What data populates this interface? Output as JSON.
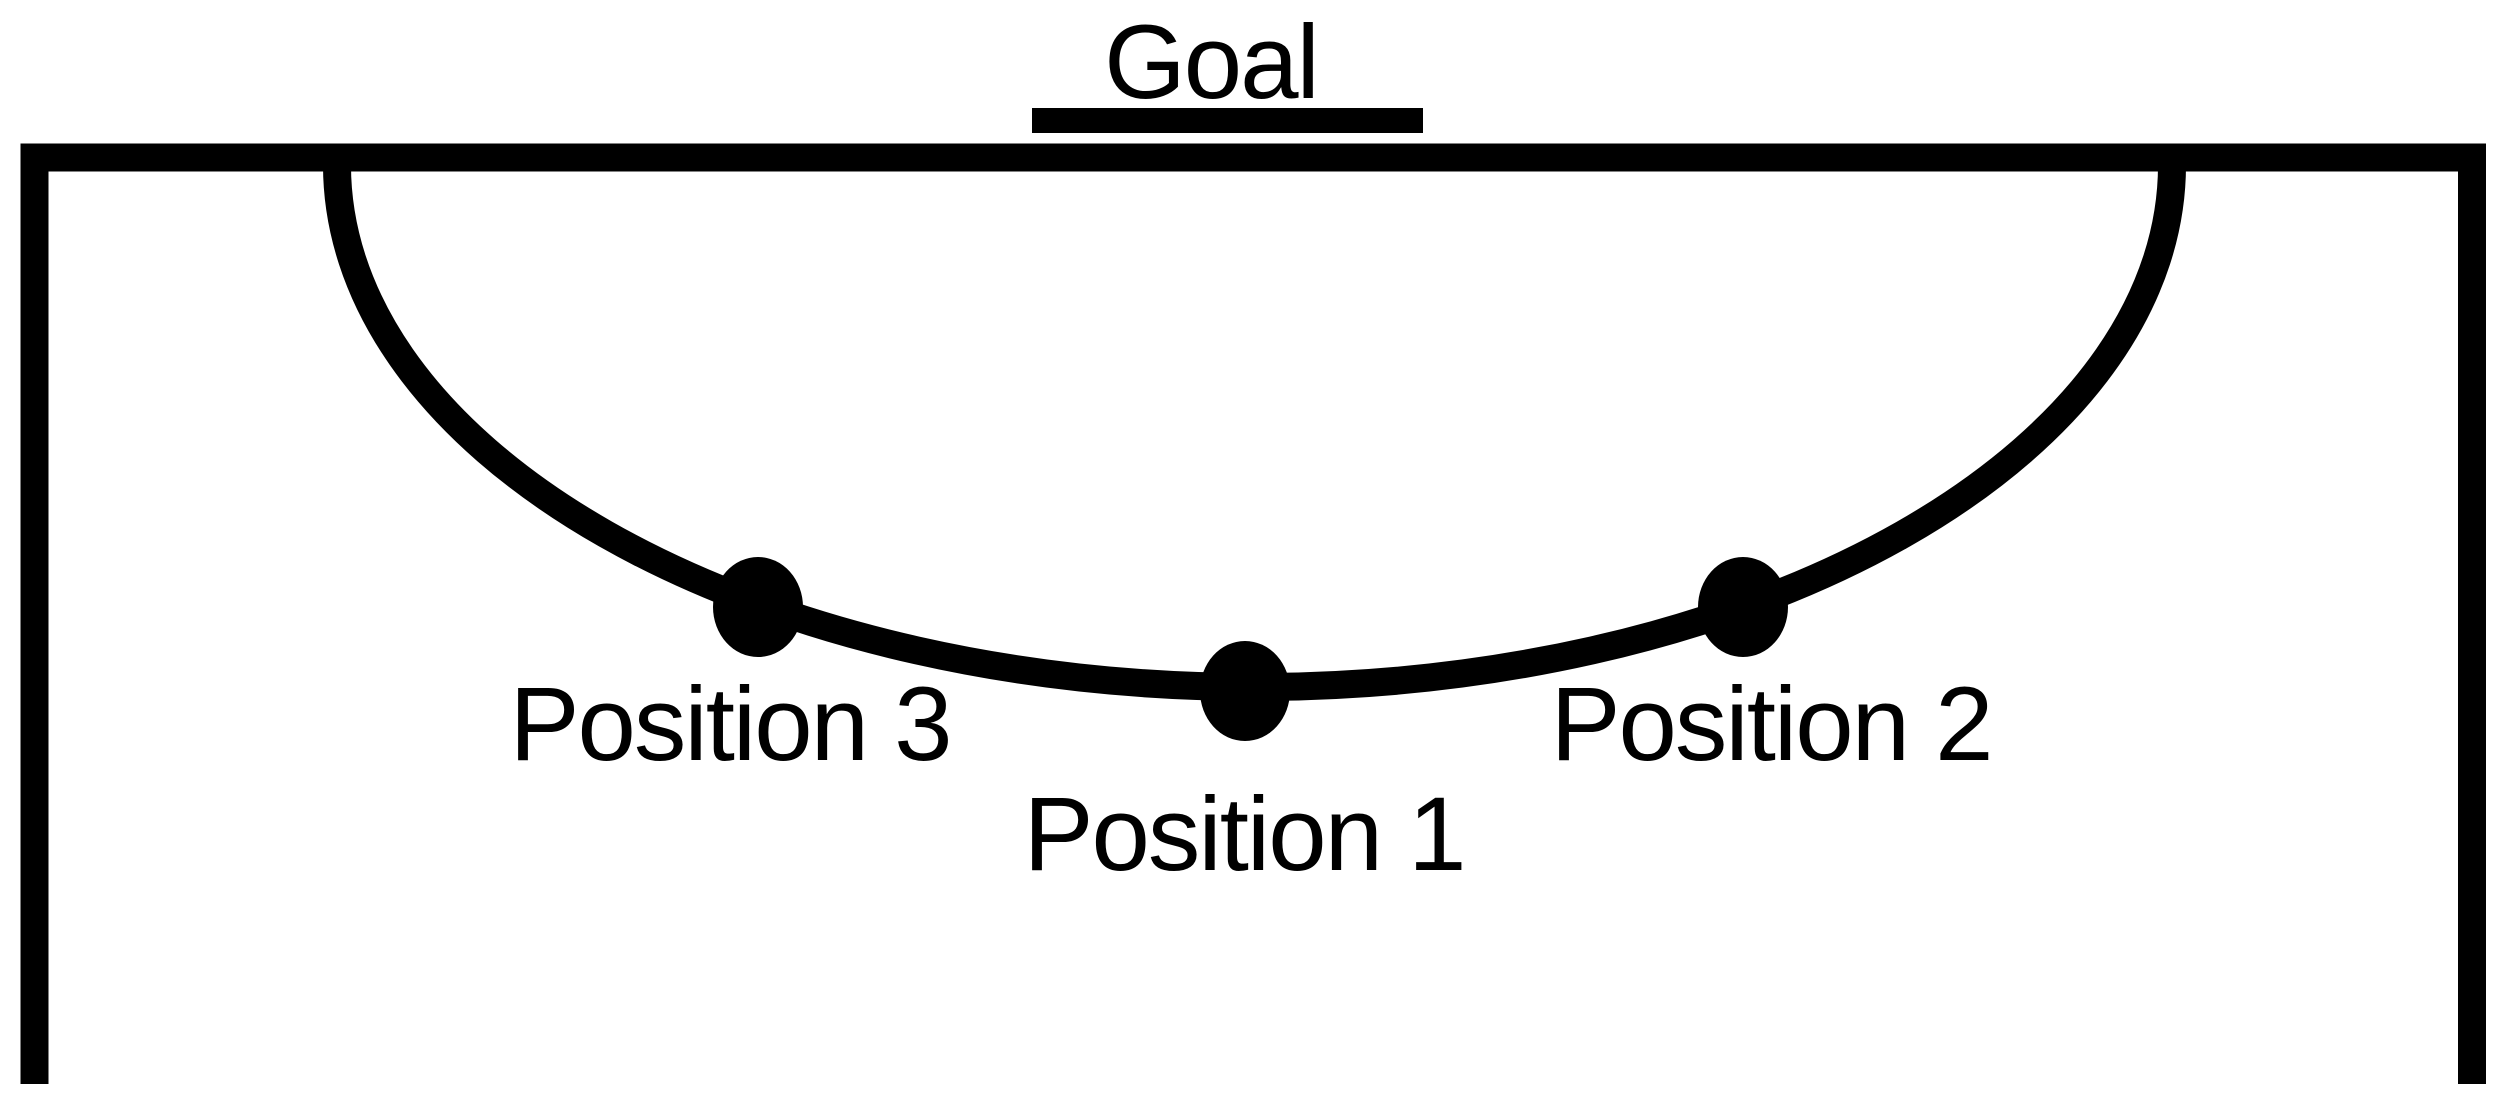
{
  "diagram": {
    "goal": {
      "label": "Goal"
    },
    "positions": [
      {
        "label": "Position 1"
      },
      {
        "label": "Position 2"
      },
      {
        "label": "Position 3"
      }
    ],
    "colors": {
      "line": "#000000",
      "background": "#ffffff"
    }
  }
}
